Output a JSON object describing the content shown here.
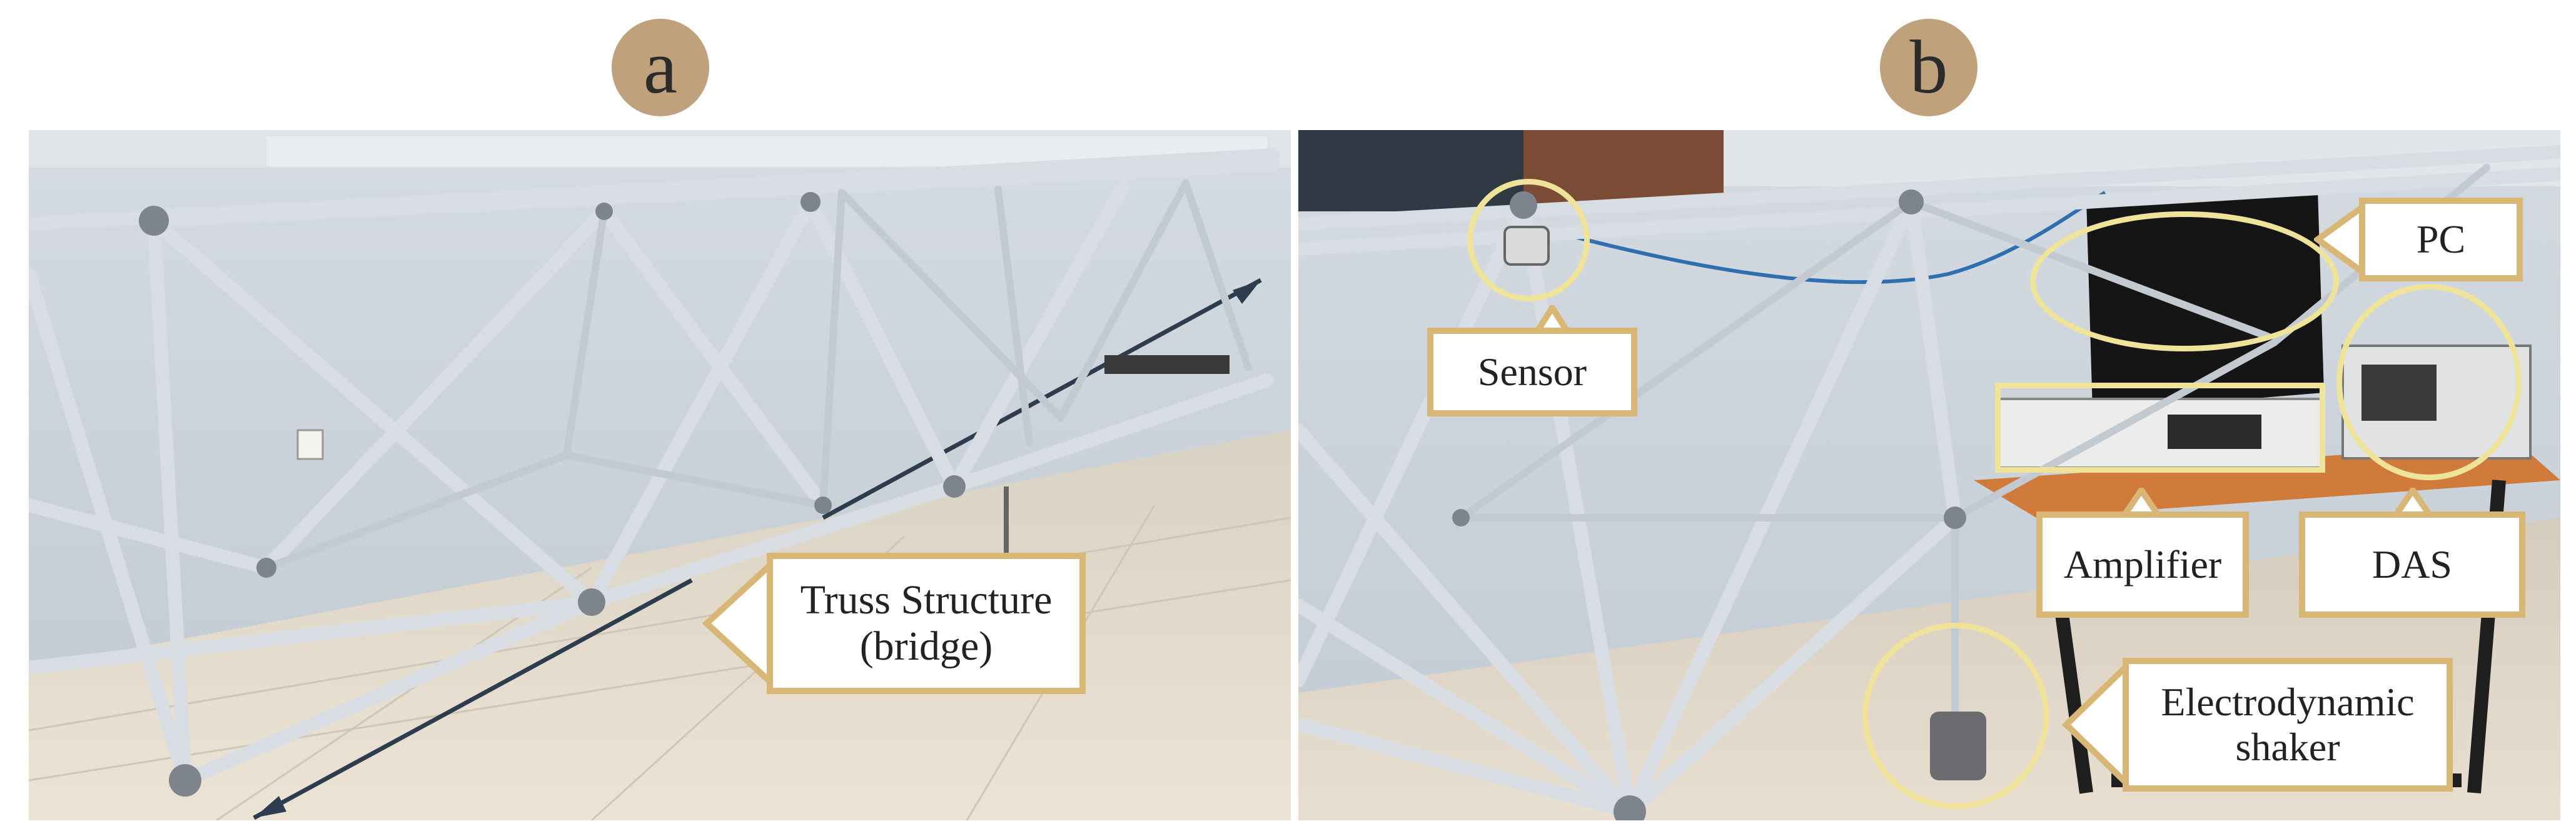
{
  "panels": [
    {
      "badge": "a",
      "labels": {
        "truss": "Truss Structure\n(bridge)"
      }
    },
    {
      "badge": "b",
      "labels": {
        "pc": "PC",
        "sensor": "Sensor",
        "amplifier": "Amplifier",
        "das": "DAS",
        "shaker": "Electrodynamic\nshaker"
      }
    }
  ],
  "colors": {
    "badge": "#bfa27c",
    "callout_border": "#d8b776",
    "highlight": "#efe39a",
    "truss_metal": "#d7dbe0",
    "floor": "#e6dccd",
    "wall": "#c8d0d8"
  }
}
